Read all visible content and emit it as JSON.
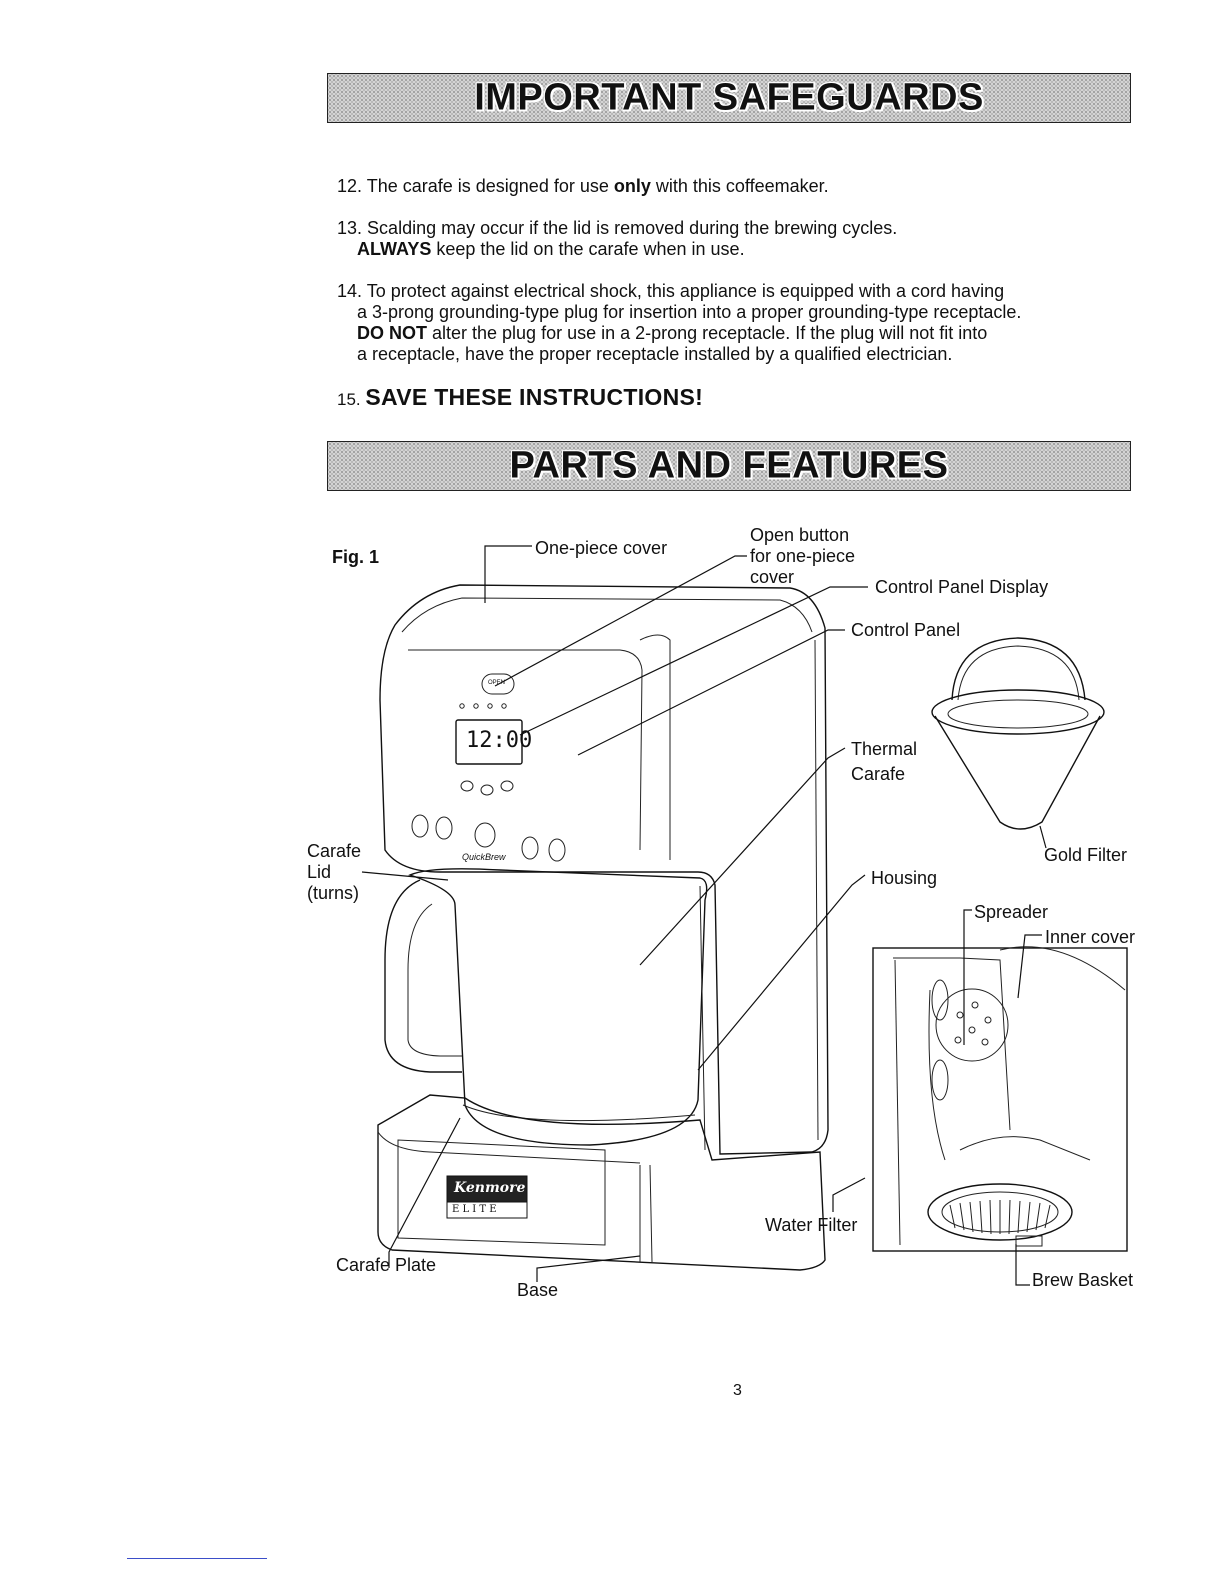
{
  "safeguards": {
    "title": "IMPORTANT SAFEGUARDS",
    "item12": {
      "num": "12.",
      "before": "The carafe is designed for use ",
      "bold": "only",
      "after": " with this coffeemaker."
    },
    "item13": {
      "num": "13.",
      "line1": "Scalding may occur if the lid is removed during the brewing cycles.",
      "bold": "ALWAYS",
      "line2_after": " keep the lid on the carafe when in use."
    },
    "item14": {
      "num": "14.",
      "line1": "To protect against electrical shock, this appliance is equipped with a cord having",
      "line2": "a 3-prong grounding-type plug for insertion into a proper grounding-type receptacle.",
      "bold": "DO NOT",
      "line3_after": " alter the plug for use in a 2-prong receptacle. If the plug will not fit into",
      "line4": "a receptacle, have the proper receptacle installed by a qualified electrician."
    },
    "item15": {
      "num": "15.",
      "text": "SAVE THESE INSTRUCTIONS!"
    }
  },
  "parts": {
    "title": "PARTS AND FEATURES",
    "figure_label": "Fig. 1",
    "labels": {
      "one_piece_cover": "One-piece cover",
      "open_button_1": "Open button",
      "open_button_2": "for one-piece",
      "open_button_3": "cover",
      "control_panel_display": "Control Panel Display",
      "control_panel": "Control Panel",
      "thermal": "Thermal",
      "carafe": "Carafe",
      "gold_filter": "Gold Filter",
      "carafe_lid_1": "Carafe",
      "carafe_lid_2": "Lid",
      "carafe_lid_3": "(turns)",
      "housing": "Housing",
      "spreader": "Spreader",
      "inner_cover": "Inner cover",
      "water_filter": "Water Filter",
      "carafe_plate": "Carafe Plate",
      "base": "Base",
      "brew_basket": "Brew Basket"
    },
    "device_text": {
      "open": "OPEN",
      "clock": "12:00",
      "quickbrew": "QuickBrew",
      "brand": "Kenmore",
      "elite": "E L I T E"
    }
  },
  "page_number": "3"
}
